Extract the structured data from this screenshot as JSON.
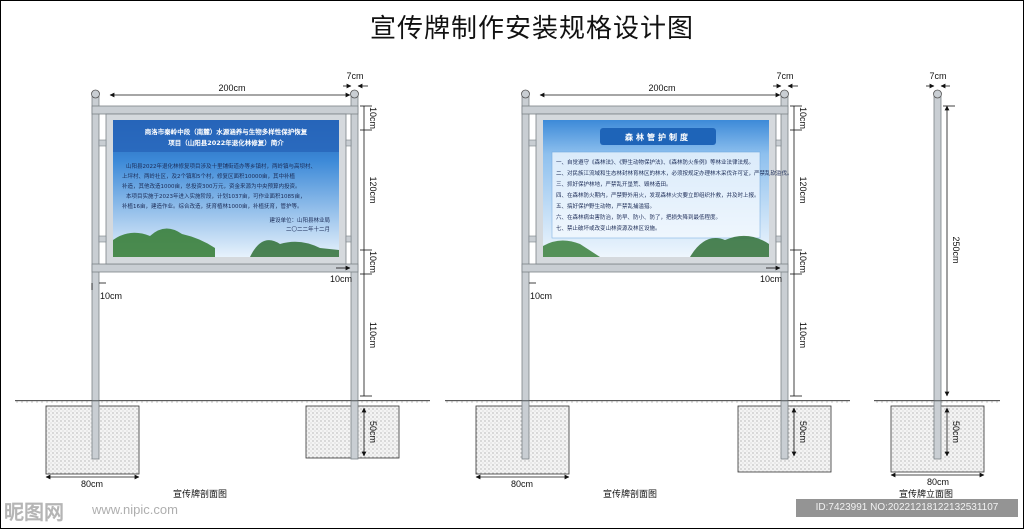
{
  "title": "宣传牌制作安装规格设计图",
  "dimensions": {
    "width_200": "200cm",
    "pole_7": "7cm",
    "top_10": "10cm",
    "panel_120": "120cm",
    "bottom_10": "10cm",
    "side_10": "10cm",
    "leg_110": "110cm",
    "foundation_50": "50cm",
    "foundation_80": "80cm",
    "pole_250": "250cm"
  },
  "captions": {
    "section_1": "宣传牌剖面图",
    "section_2": "宣传牌剖面图",
    "elevation": "宣传牌立面图"
  },
  "board1": {
    "heading_line1": "商洛市秦岭中段（南麓）水源涵养与生物多样性保护恢复",
    "heading_line2": "项目（山阳县2022年退化林修复）简介",
    "body": [
      "山阳县2022年退化林修复项目涉及十里铺街道办等乡镇村，两岭镇与高坝村、",
      "上坪村、两岭社区，及2个镇和5个村，修复区面积10000亩，其中补植",
      "补造，其他改造1000亩，总投资300万元，资金来源为中央预算内投资。",
      "本项目实施于2023年进入实施阶段，计划1037亩，可作业面积1085亩，",
      "补植16亩，建造作业。综合改造，抚育植林1000亩，补植抚育，管护等。"
    ],
    "sign_1": "建设单位：山阳县林业局",
    "sign_2": "二〇二二年十二月"
  },
  "board2": {
    "heading": "森林管护制度",
    "rules": [
      "一、自觉遵守《森林法》、《野生动物保护法》、《森林防火条例》等林业法律法规。",
      "二、对民族江流域和生态林封林育林区的林木，必须按规定办理林木采伐许可证，严禁乱砍滥伐。",
      "三、抓好保护林地，严禁乱开垦荒、毁林造田。",
      "四、在森林防火期内，严禁野外用火，发现森林火灾要立即组织扑救，并及时上报。",
      "五、搞好保护野生动物，严禁乱捕滥猎。",
      "六、在森林病虫害防治，防早、防小、防了，把损失降到最低程度。",
      "七、禁止破坏或改变山林资源及林区设施。"
    ]
  },
  "watermark": {
    "site": "昵图网",
    "url": "www.nipic.com",
    "id": "ID:7423991 NO:20221218122132531107"
  },
  "colors": {
    "steel": "#c9ced3",
    "steel_edge": "#7b8287",
    "panel_blue": "#2f78c8",
    "panel_light": "#dfeefb",
    "soil": "#e8e8e8"
  }
}
